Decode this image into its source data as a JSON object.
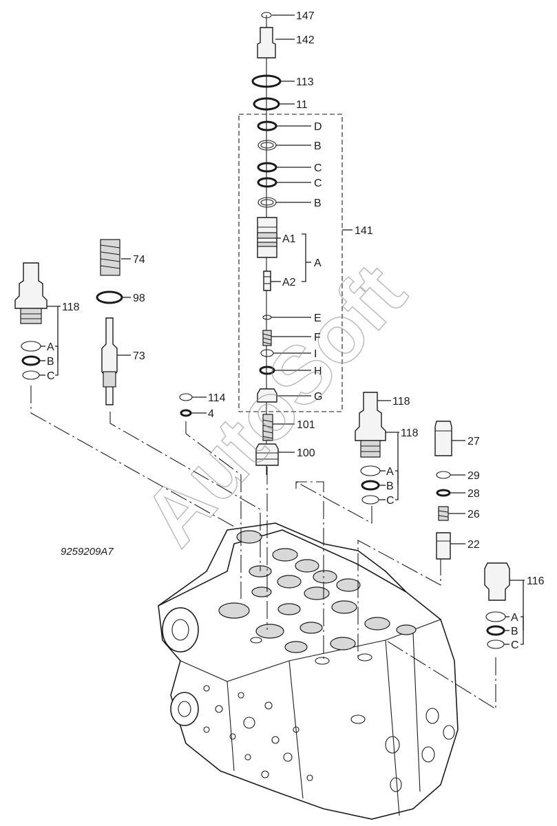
{
  "diagram": {
    "drawing_code": "9259209A7",
    "watermark": "AutoSoft",
    "callouts": {
      "p147": "147",
      "p142": "142",
      "p113": "113",
      "p11": "11",
      "p141": "141",
      "p74": "74",
      "p98": "98",
      "p73": "73",
      "p118_left": "118",
      "p118_mid_top": "118",
      "p118_mid": "118",
      "p114": "114",
      "p4": "4",
      "p101": "101",
      "p100": "100",
      "p27": "27",
      "p29": "29",
      "p28": "28",
      "p26": "26",
      "p22": "22",
      "p116": "116"
    },
    "kit_letters": {
      "d": "D",
      "b1": "B",
      "c1": "C",
      "c2": "C",
      "b2": "B",
      "a1": "A1",
      "a2": "A2",
      "a": "A",
      "e": "E",
      "f": "F",
      "i": "I",
      "h": "H",
      "g": "G",
      "left_a": "A",
      "left_b": "B",
      "left_c": "C",
      "mid_a": "A",
      "mid_b": "B",
      "mid_c": "C",
      "right_a": "A",
      "right_b": "B",
      "right_c": "C"
    }
  }
}
